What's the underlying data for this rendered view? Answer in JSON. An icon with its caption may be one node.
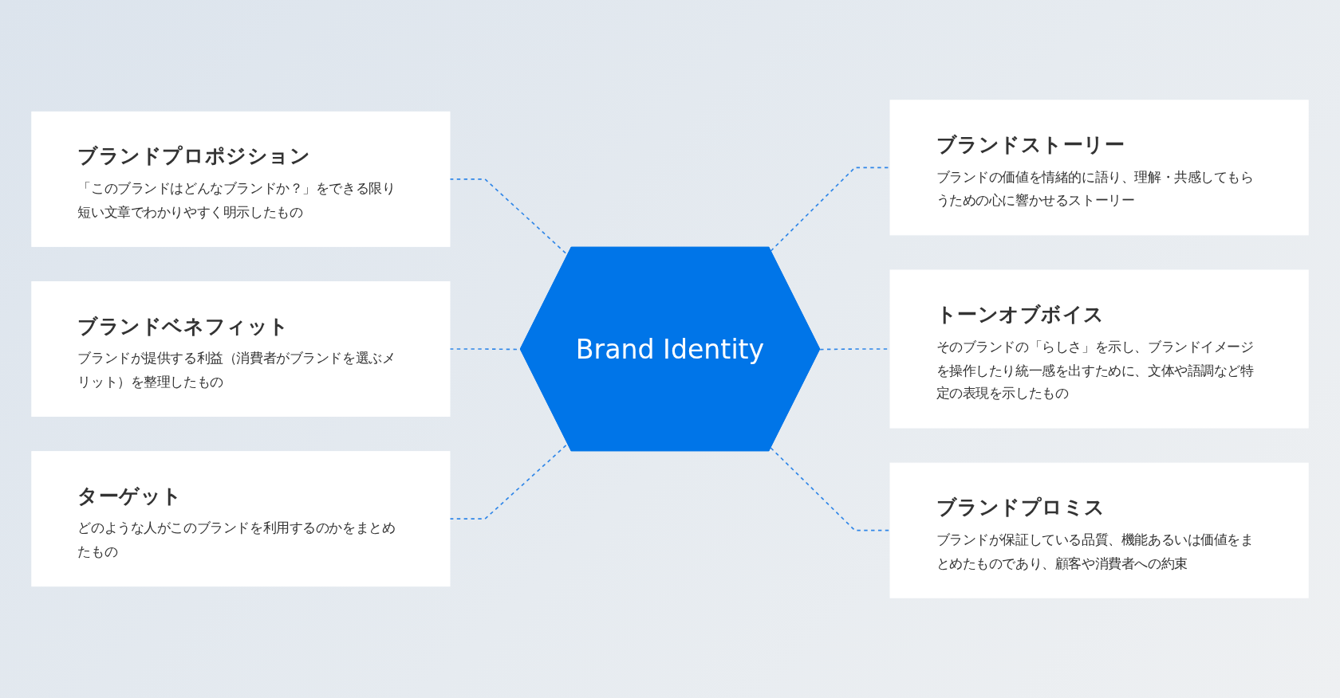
{
  "diagram": {
    "nodes": [
      {
        "text": [
          "ブランドプロポジション",
          "「このブランドはどんなブランドか？」をできる限り短い文章でわかりやすく明示したもの"
        ]
      },
      {
        "text": [
          "ブランドストーリー",
          "ブランドの価値を情緒的に語り、理解・共感してもらうための心に響かせるストーリー"
        ]
      },
      {
        "text": [
          "ブランドベネフィット",
          "ブランドが提供する利益（消費者がブランドを選ぶメリット）を整理したもの"
        ]
      },
      {
        "text": [
          "Brand Identity"
        ]
      },
      {
        "text": [
          "トーンオブボイス",
          "そのブランドの「らしさ」を示し、ブランドイメージを操作したり統一感を出すために、文体や語調など特定の表現を示したもの"
        ]
      },
      {
        "text": [
          "ターゲット",
          "どのような人がこのブランドを利用するのかをまとめたもの"
        ]
      },
      {
        "text": [
          "ブランドプロミス",
          "ブランドが保証している品質、機能あるいは価値をまとめたものであり、顧客や消費者への約束"
        ]
      }
    ],
    "edges": [
      {
        "from": 0,
        "to": 3,
        "arrow": "none",
        "style": "dashed"
      },
      {
        "from": 3,
        "to": 1,
        "arrow": "none",
        "style": "dashed"
      },
      {
        "from": 2,
        "to": 3,
        "arrow": "none",
        "style": "dashed"
      },
      {
        "from": 3,
        "to": 4,
        "arrow": "none",
        "style": "dashed"
      },
      {
        "from": 5,
        "to": 3,
        "arrow": "none",
        "style": "dashed"
      },
      {
        "from": 3,
        "to": 6,
        "arrow": "none",
        "style": "dashed"
      }
    ]
  }
}
